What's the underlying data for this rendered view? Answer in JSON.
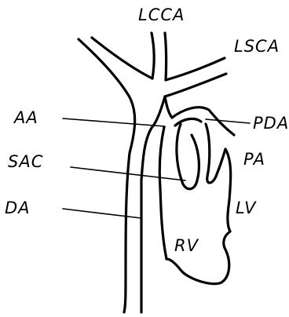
{
  "labels": {
    "lcca": "LCCA",
    "lsca": "LSCA",
    "aa": "AA",
    "sac": "SAC",
    "da": "DA",
    "pda": "PDA",
    "pa": "PA",
    "lv": "LV",
    "rv": "RV"
  },
  "colors": {
    "ink": "#000000",
    "background": "#ffffff"
  }
}
